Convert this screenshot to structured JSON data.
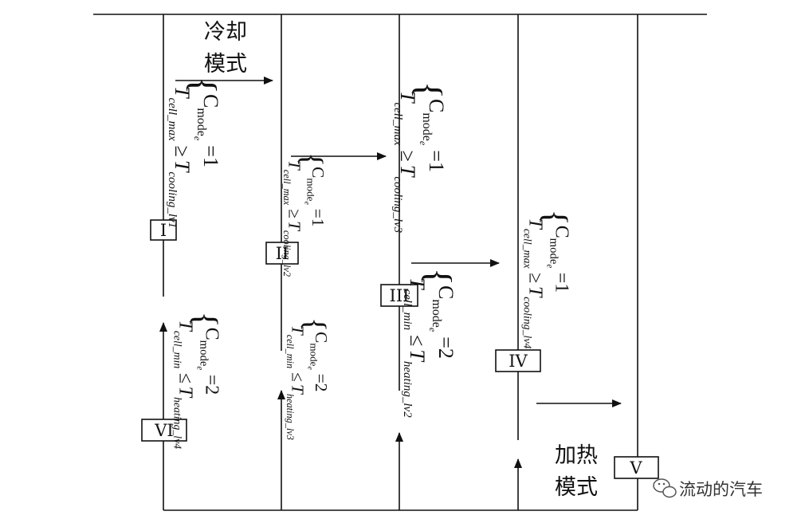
{
  "mode_labels": {
    "cooling": [
      "冷却",
      "模式"
    ],
    "heating": [
      "加热",
      "模式"
    ]
  },
  "states": [
    "I",
    "II",
    "III",
    "IV",
    "V",
    "VI"
  ],
  "conditions": {
    "c1": {
      "mode": "C",
      "mode_sub": "mode",
      "mode_eq": "=1",
      "t": "T",
      "t_sub": "cell_max",
      "rel": "≥",
      "t2": "T",
      "t2_sub": "cooling_lv1"
    },
    "c2": {
      "mode": "C",
      "mode_sub": "mode",
      "mode_eq": "=1",
      "t": "T",
      "t_sub": "cell_max",
      "rel": "≥",
      "t2": "T",
      "t2_sub": "cooling_lv2"
    },
    "c3": {
      "mode": "C",
      "mode_sub": "mode",
      "mode_eq": "=1",
      "t": "T",
      "t_sub": "cell_max",
      "rel": "≥",
      "t2": "T",
      "t2_sub": "cooling_lv3"
    },
    "c4": {
      "mode": "C",
      "mode_sub": "mode",
      "mode_eq": "=1",
      "t": "T",
      "t_sub": "cell_max",
      "rel": "≥",
      "t2": "T",
      "t2_sub": "cooling_lv4"
    },
    "h2": {
      "mode": "C",
      "mode_sub": "mode",
      "mode_eq": "=2",
      "t": "T",
      "t_sub": "cell_min",
      "rel": "≤",
      "t2": "T",
      "t2_sub": "heating_lv2"
    },
    "h3": {
      "mode": "C",
      "mode_sub": "mode",
      "mode_eq": "=2",
      "t": "T",
      "t_sub": "cell_min",
      "rel": "≤",
      "t2": "T",
      "t2_sub": "heating_lv3"
    },
    "h4": {
      "mode": "C",
      "mode_sub": "mode",
      "mode_eq": "=2",
      "t": "T",
      "t_sub": "cell_min",
      "rel": "≤",
      "t2": "T",
      "t2_sub": "heating_lv4"
    }
  },
  "watermark": {
    "text": "流动的汽车",
    "icon": "wechat-icon"
  }
}
